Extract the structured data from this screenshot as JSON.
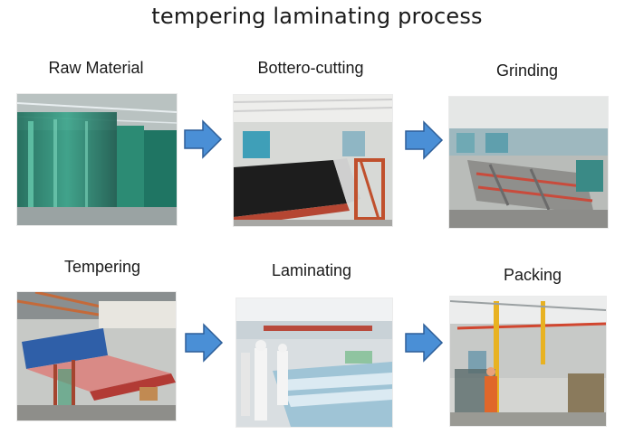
{
  "title": "tempering laminating process",
  "steps": [
    {
      "label": "Raw Material"
    },
    {
      "label": "Bottero-cutting"
    },
    {
      "label": "Grinding"
    },
    {
      "label": "Tempering"
    },
    {
      "label": "Laminating"
    },
    {
      "label": "Packing"
    }
  ],
  "colors": {
    "arrow_fill": "#4a8fd6",
    "arrow_stroke": "#2e5f99"
  }
}
